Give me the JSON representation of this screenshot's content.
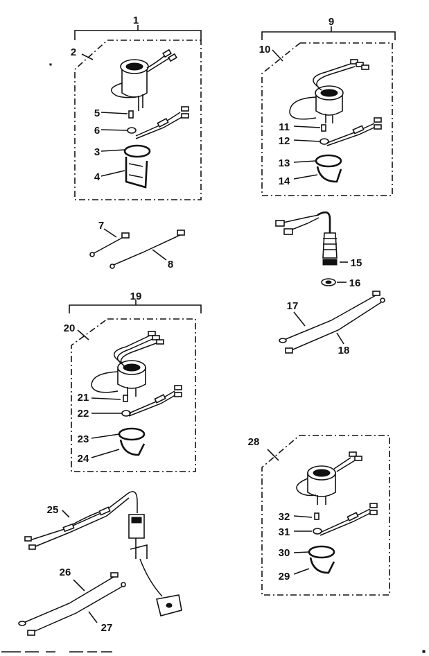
{
  "callouts": [
    {
      "id": "c1",
      "text": "1"
    },
    {
      "id": "c2",
      "text": "2"
    },
    {
      "id": "c3",
      "text": "3"
    },
    {
      "id": "c4",
      "text": "4"
    },
    {
      "id": "c5",
      "text": "5"
    },
    {
      "id": "c6",
      "text": "6"
    },
    {
      "id": "c7",
      "text": "7"
    },
    {
      "id": "c8",
      "text": "8"
    },
    {
      "id": "c9",
      "text": "9"
    },
    {
      "id": "c10",
      "text": "10"
    },
    {
      "id": "c11",
      "text": "11"
    },
    {
      "id": "c12",
      "text": "12"
    },
    {
      "id": "c13",
      "text": "13"
    },
    {
      "id": "c14",
      "text": "14"
    },
    {
      "id": "c15",
      "text": "15"
    },
    {
      "id": "c16",
      "text": "16"
    },
    {
      "id": "c17",
      "text": "17"
    },
    {
      "id": "c18",
      "text": "18"
    },
    {
      "id": "c19",
      "text": "19"
    },
    {
      "id": "c20",
      "text": "20"
    },
    {
      "id": "c21",
      "text": "21"
    },
    {
      "id": "c22",
      "text": "22"
    },
    {
      "id": "c23",
      "text": "23"
    },
    {
      "id": "c24",
      "text": "24"
    },
    {
      "id": "c25",
      "text": "25"
    },
    {
      "id": "c26",
      "text": "26"
    },
    {
      "id": "c27",
      "text": "27"
    },
    {
      "id": "c28",
      "text": "28"
    },
    {
      "id": "c29",
      "text": "29"
    },
    {
      "id": "c30",
      "text": "30"
    },
    {
      "id": "c31",
      "text": "31"
    },
    {
      "id": "c32",
      "text": "32"
    }
  ]
}
